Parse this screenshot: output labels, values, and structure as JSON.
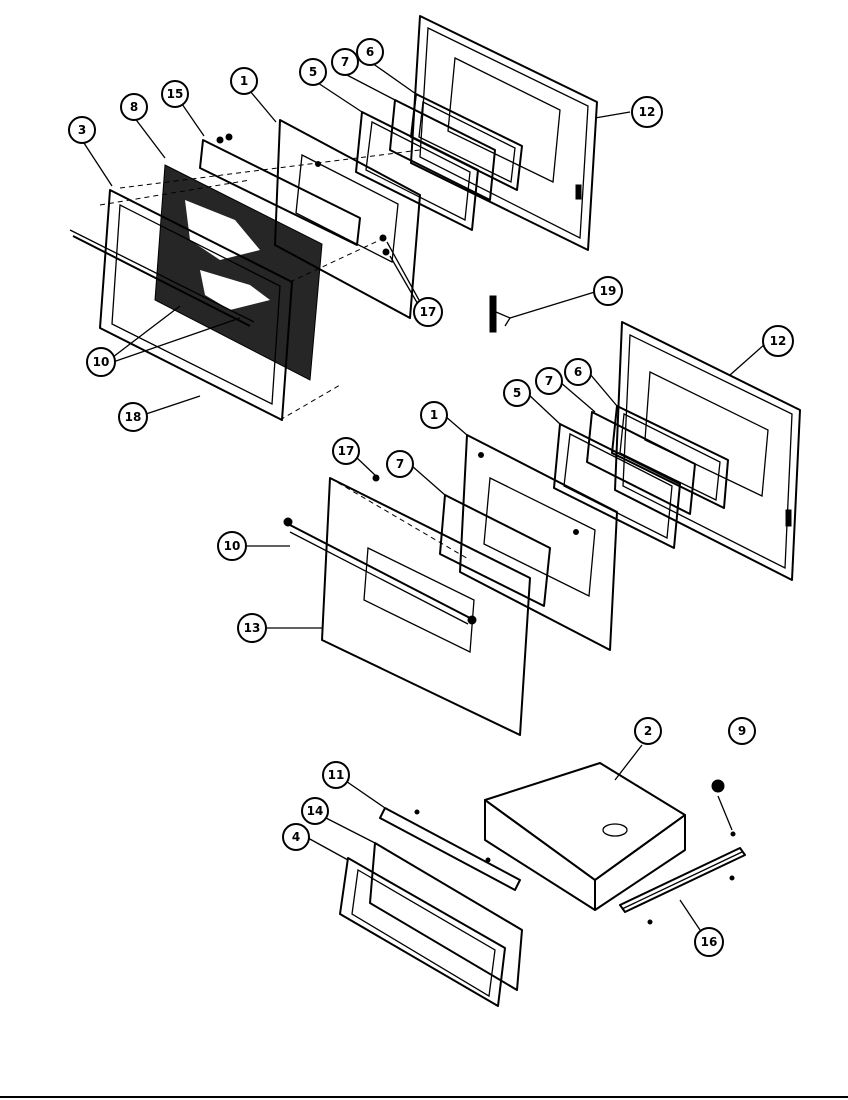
{
  "diagram": {
    "callouts": [
      {
        "id": "c-3",
        "label": "3"
      },
      {
        "id": "c-8a",
        "label": "8"
      },
      {
        "id": "c-15",
        "label": "15"
      },
      {
        "id": "c-1a",
        "label": "1"
      },
      {
        "id": "c-5a",
        "label": "5"
      },
      {
        "id": "c-7a",
        "label": "7"
      },
      {
        "id": "c-6a",
        "label": "6"
      },
      {
        "id": "c-12a",
        "label": "12"
      },
      {
        "id": "c-17a",
        "label": "17"
      },
      {
        "id": "c-19",
        "label": "19"
      },
      {
        "id": "c-10a",
        "label": "10"
      },
      {
        "id": "c-18",
        "label": "18"
      },
      {
        "id": "c-12b",
        "label": "12"
      },
      {
        "id": "c-7b",
        "label": "7"
      },
      {
        "id": "c-6b",
        "label": "6"
      },
      {
        "id": "c-5b",
        "label": "5"
      },
      {
        "id": "c-1b",
        "label": "1"
      },
      {
        "id": "c-17b",
        "label": "17"
      },
      {
        "id": "c-7c",
        "label": "7"
      },
      {
        "id": "c-10b",
        "label": "10"
      },
      {
        "id": "c-13",
        "label": "13"
      },
      {
        "id": "c-2",
        "label": "2"
      },
      {
        "id": "c-9",
        "label": "9"
      },
      {
        "id": "c-11",
        "label": "11"
      },
      {
        "id": "c-14",
        "label": "14"
      },
      {
        "id": "c-4",
        "label": "4"
      },
      {
        "id": "c-16",
        "label": "16"
      }
    ]
  }
}
